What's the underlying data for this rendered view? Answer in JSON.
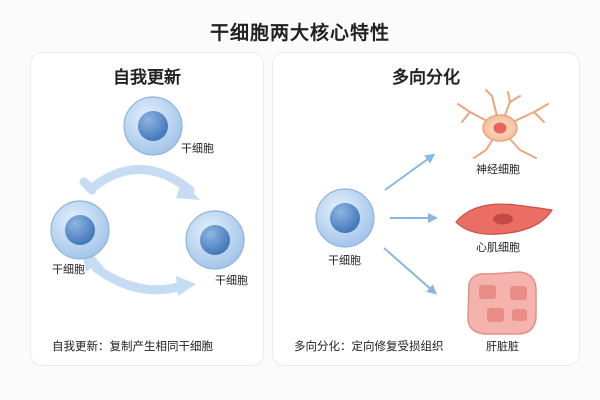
{
  "title": "干细胞两大核心特性",
  "self_renewal": {
    "heading": "自我更新",
    "cell_label_top": "干细胞",
    "cell_label_left": "干细胞",
    "cell_label_right": "干细胞",
    "caption": "自我更新：复制产生相同干细胞"
  },
  "differentiation": {
    "heading": "多向分化",
    "source_cell_label": "干细胞",
    "targets": [
      {
        "label": "神经细胞",
        "icon": "neuron-icon"
      },
      {
        "label": "心肌细胞",
        "icon": "cardiomyocyte-icon"
      },
      {
        "label": "肝脏脏",
        "icon": "liver-tissue-icon"
      }
    ],
    "caption": "多向分化：定向修复受损组织"
  },
  "colors": {
    "stem_cell_outer": "#a9c8ea",
    "stem_cell_nucleus": "#4f86c6",
    "cycle_arrow": "#b9d4f0",
    "diff_arrow": "#8ab6de",
    "neuron": "#f6c7a8",
    "muscle": "#e86c62",
    "liver": "#f1aaa4"
  }
}
